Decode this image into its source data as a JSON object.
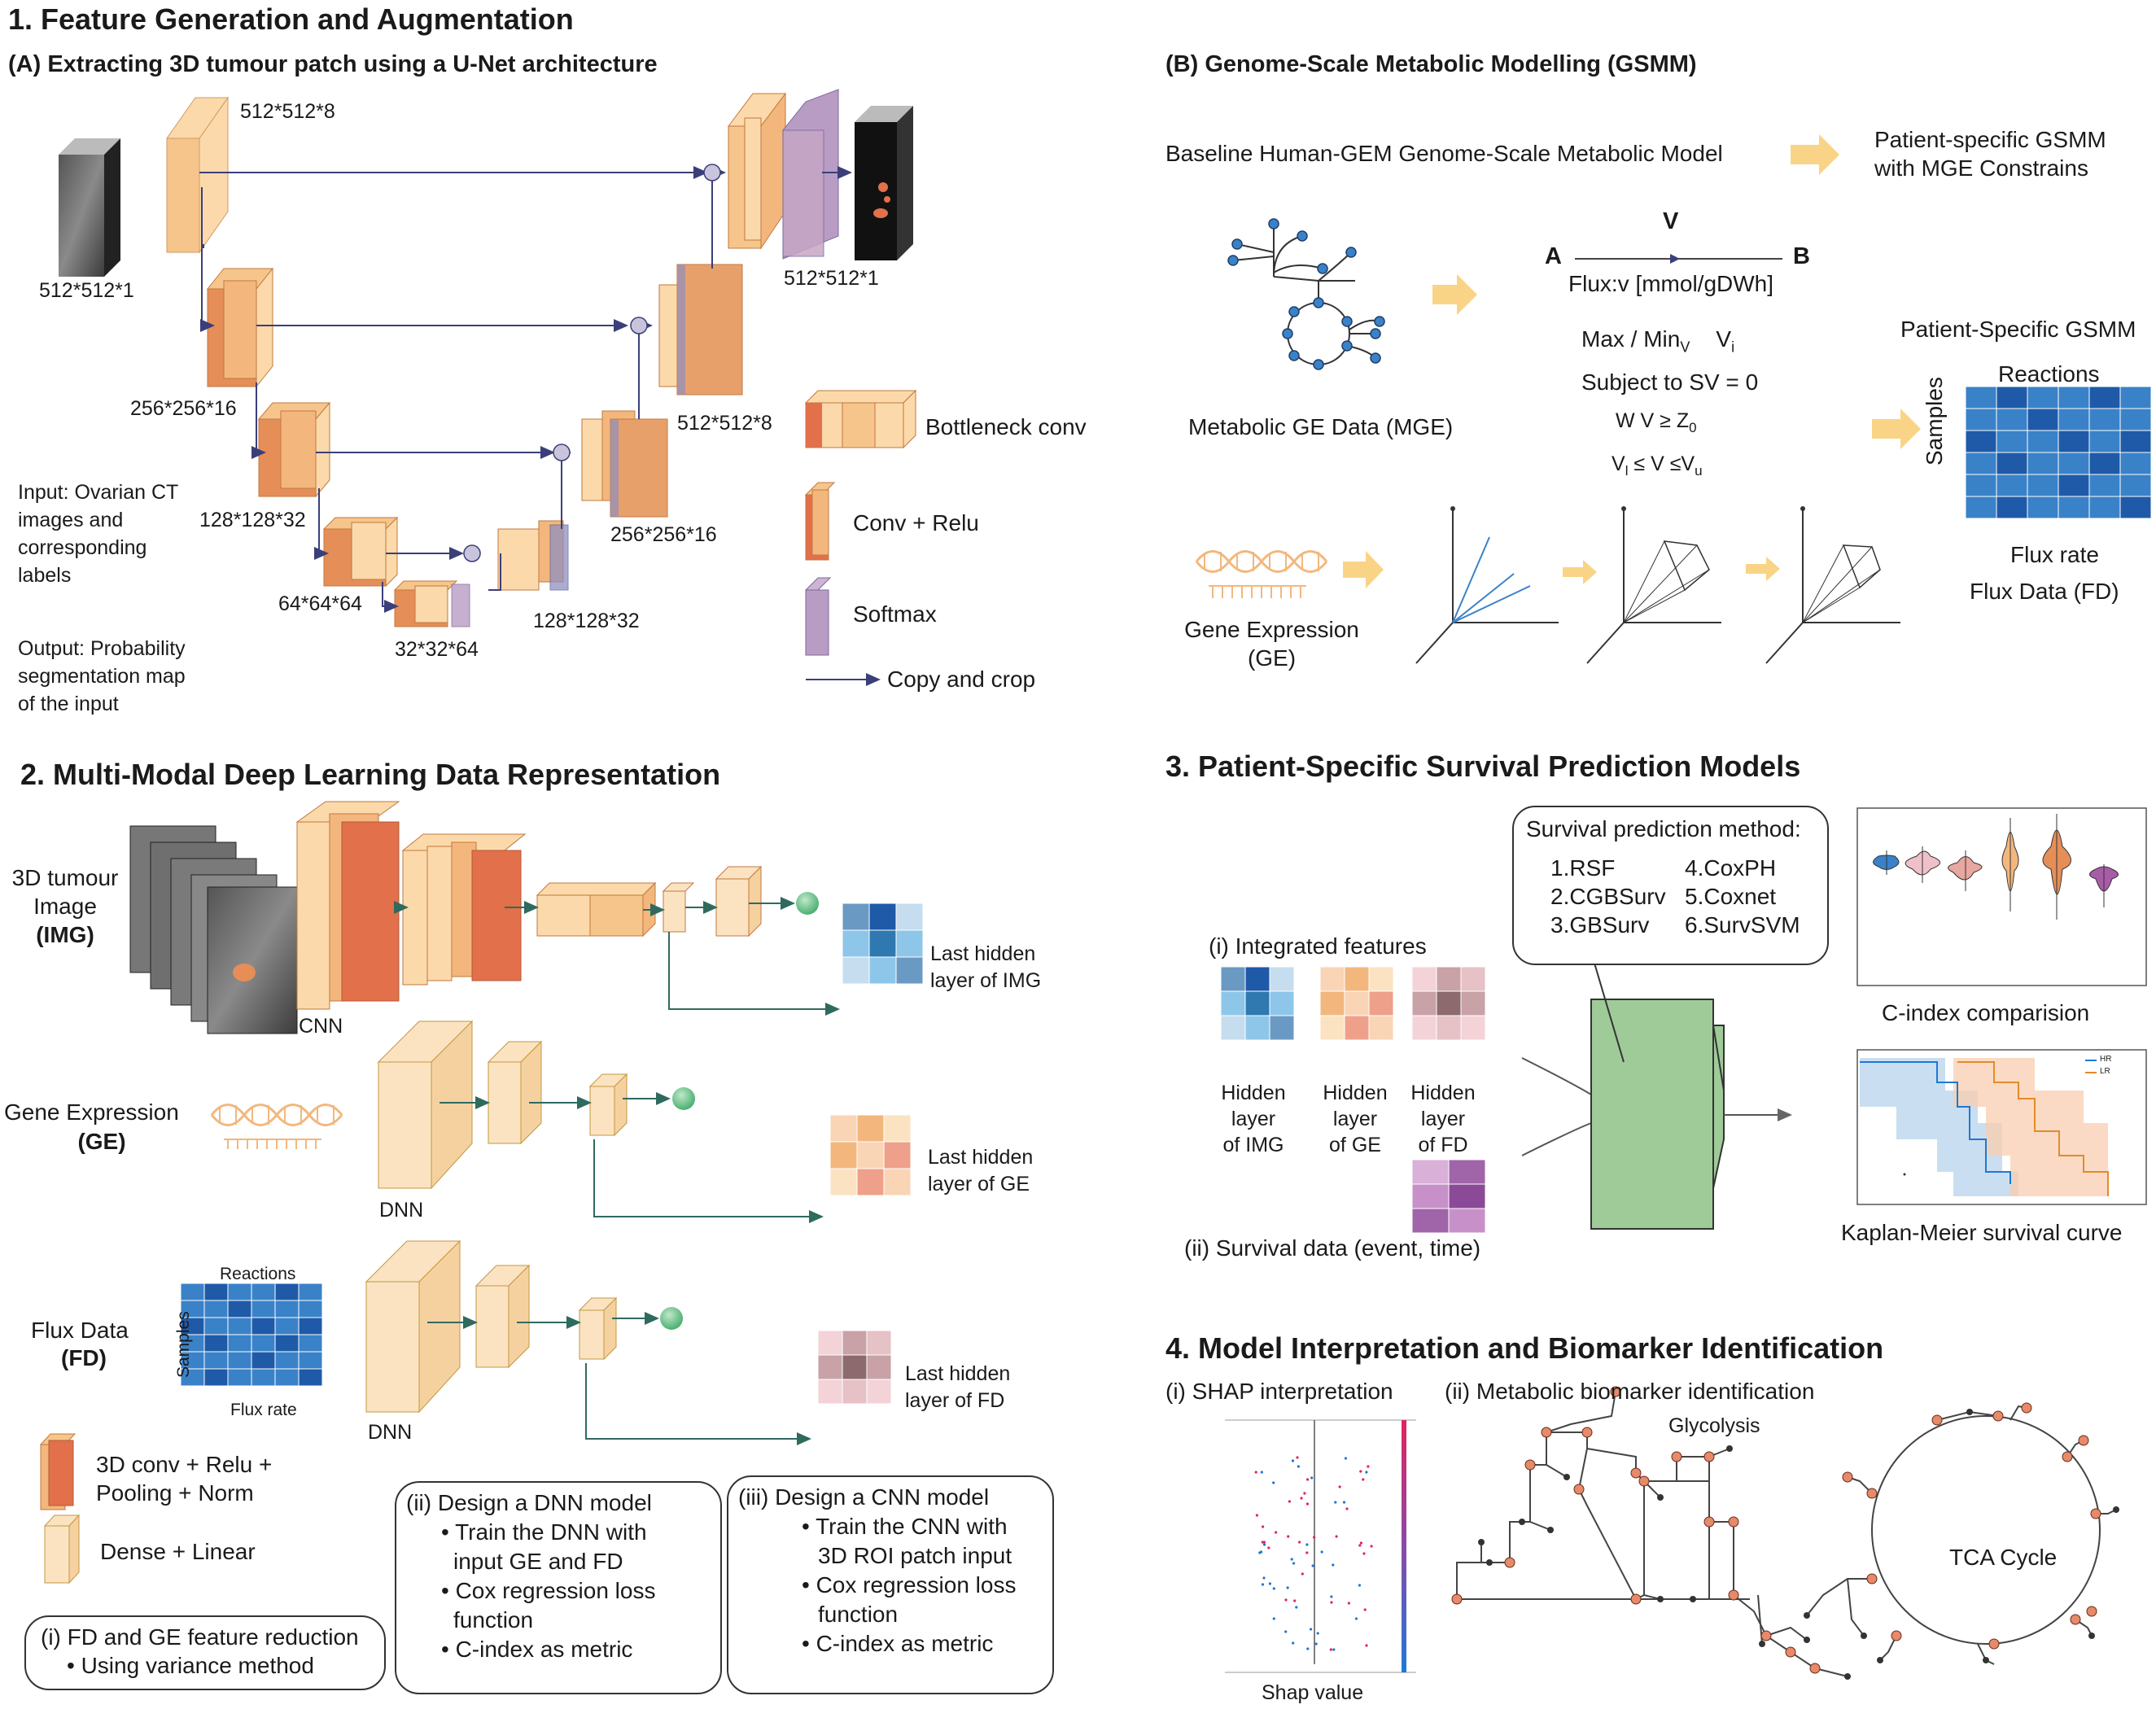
{
  "s1": {
    "title": "1. Feature Generation and Augmentation",
    "A_title": "(A) Extracting 3D tumour patch using a U-Net architecture",
    "B_title": "(B) Genome-Scale Metabolic Modelling (GSMM)",
    "unet": {
      "dims": [
        "512*512*8",
        "512*512*1",
        "256*256*16",
        "128*128*32",
        "64*64*64",
        "32*32*64",
        "128*128*32",
        "256*256*16",
        "512*512*8",
        "512*512*1"
      ],
      "input_l1": "Input: Ovarian CT",
      "input_l2": "images and",
      "input_l3": "corresponding",
      "input_l4": "labels",
      "output_l1": "Output: Probability",
      "output_l2": "segmentation map",
      "output_l3": "of the input",
      "legend": [
        "Bottleneck conv",
        "Conv + Relu",
        "Softmax",
        "Copy and crop"
      ]
    },
    "gsmm": {
      "baseline": "Baseline Human-GEM Genome-Scale Metabolic Model",
      "patient_gsmm_l1": "Patient-specific GSMM",
      "patient_gsmm_l2": "with MGE Constrains",
      "v": "V",
      "a": "A",
      "b": "B",
      "flux": "Flux:v [mmol/gDWh]",
      "eq1": "Max / Min",
      "eq1_sub": "V",
      "eq1_v": "V",
      "eq1_vsub": "i",
      "eq2": "Subject to SV = 0",
      "eq3": "W V ≥ Z",
      "eq3_sub": "0",
      "eq4_a": "V",
      "eq4_asub": "l",
      "eq4_mid": " ≤ V ≤V",
      "eq4_bsub": "u",
      "mge": "Metabolic GE Data (MGE)",
      "ge_l1": "Gene Expression",
      "ge_l2": "(GE)",
      "ps_title": "Patient-Specific GSMM",
      "reactions": "Reactions",
      "samples": "Samples",
      "flux_rate": "Flux rate",
      "flux_data": "Flux Data (FD)"
    }
  },
  "s2": {
    "title": "2. Multi-Modal Deep Learning Data Representation",
    "img_l1": "3D tumour",
    "img_l2": "Image",
    "img_l3": "(IMG)",
    "cnn": "CNN",
    "last_img_l1": "Last hidden",
    "last_img_l2": "layer of IMG",
    "ge_l1": "Gene Expression",
    "ge_l2": "(GE)",
    "dnn1": "DNN",
    "last_ge_l1": "Last hidden",
    "last_ge_l2": "layer of GE",
    "fd_l1": "Flux Data",
    "fd_l2": "(FD)",
    "reactions": "Reactions",
    "samples": "Samples",
    "flux_rate": "Flux rate",
    "dnn2": "DNN",
    "last_fd_l1": "Last hidden",
    "last_fd_l2": "layer of FD",
    "legend_conv_l1": "3D conv + Relu +",
    "legend_conv_l2": "Pooling + Norm",
    "legend_dense": "Dense + Linear",
    "box_i_l1": "(i) FD and GE feature reduction",
    "box_i_l2": "• Using variance method",
    "box_ii": [
      "(ii) Design a DNN model",
      "• Train the DNN with",
      "input GE and FD",
      "• Cox regression loss",
      "function",
      "• C-index as metric"
    ],
    "box_iii": [
      "(iii) Design a CNN model",
      "• Train the CNN with",
      "3D ROI patch input",
      "• Cox regression loss",
      "function",
      "• C-index as metric"
    ]
  },
  "s3": {
    "title": "3. Patient-Specific Survival Prediction Models",
    "method_title": "Survival prediction method:",
    "methods": [
      "1.RSF",
      "2.CGBSurv",
      "3.GBSurv",
      "4.CoxPH",
      "5.Coxnet",
      "6.SurvSVM"
    ],
    "integrated": "(i) Integrated features",
    "hidden_img": [
      "Hidden",
      "layer",
      "of IMG"
    ],
    "hidden_ge": [
      "Hidden",
      "layer",
      "of GE"
    ],
    "hidden_fd": [
      "Hidden",
      "layer",
      "of FD"
    ],
    "survival": "(ii) Survival data (event, time)",
    "cindex": "C-index comparision",
    "km": "Kaplan-Meier survival curve",
    "hr": "HR",
    "lr": "LR"
  },
  "s4": {
    "title": "4. Model Interpretation and Biomarker Identification",
    "shap_title": "(i) SHAP interpretation",
    "shap_value": "Shap value",
    "meta_title": "(ii) Metabolic biomarker identification",
    "glycolysis": "Glycolysis",
    "tca": "TCA Cycle"
  },
  "colors": {
    "orange_light": "#FBD9AA",
    "orange_mid": "#F3B77D",
    "orange_dark": "#E2704A",
    "purple": "#B99CC4",
    "blue_dark": "#1F5AA8",
    "blue_mid": "#3A82C8",
    "arrow_yellow": "#F9D486",
    "green_node": "#7CC79A",
    "green_model": "#9ECB97"
  }
}
